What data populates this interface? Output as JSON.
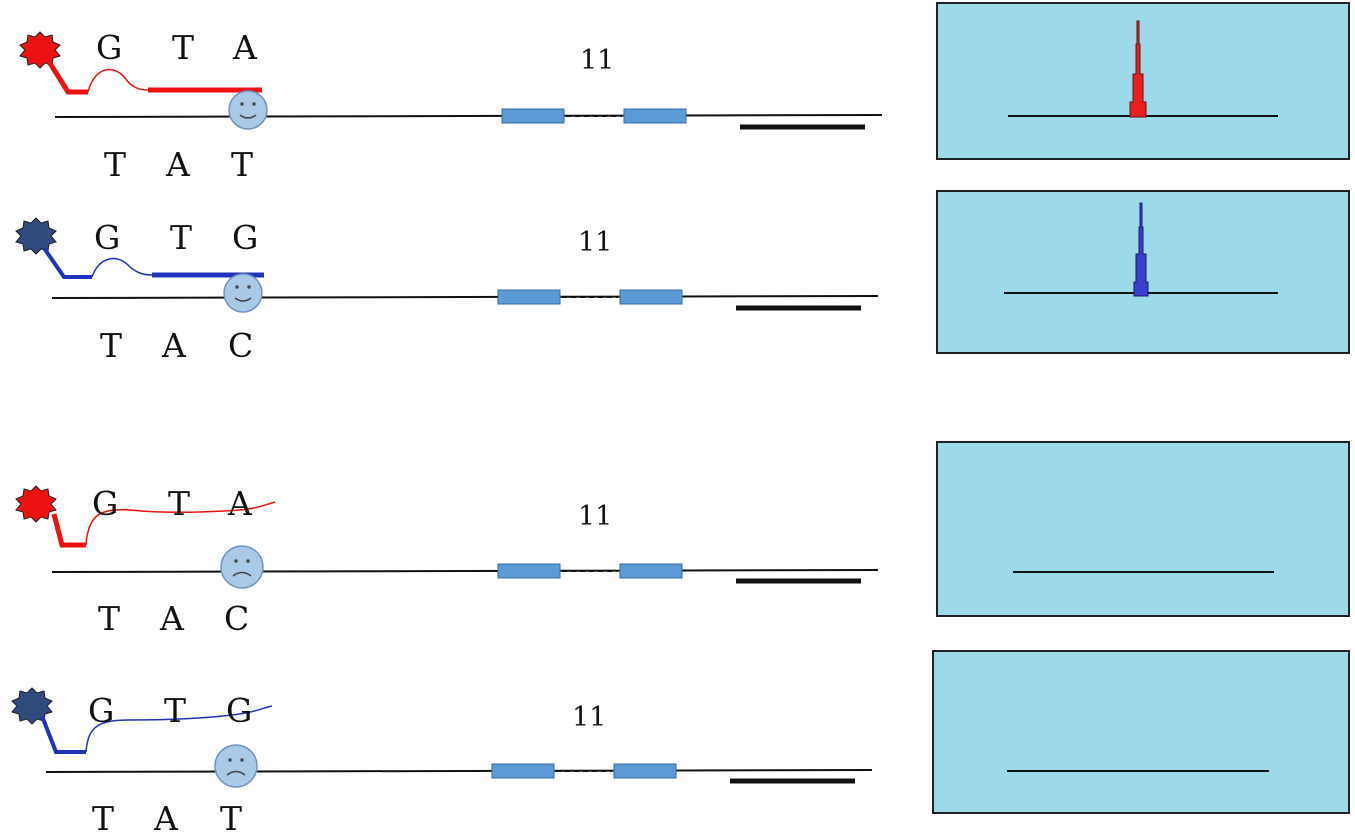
{
  "colors": {
    "red": "#ee1111",
    "blue": "#2233bb",
    "navy": "#2f4a7c",
    "exon": "#5b9bd5",
    "box_fill": "#9cdaea",
    "peak_red": "#e8201f",
    "peak_blue": "#3a3fd0"
  },
  "rows": [
    {
      "primer_letters": [
        "G",
        "T",
        "A"
      ],
      "template_letters": [
        "T",
        "A",
        "T"
      ],
      "count": "11",
      "color": "red",
      "match": true,
      "face": "smiley-happy-icon"
    },
    {
      "primer_letters": [
        "G",
        "T",
        "G"
      ],
      "template_letters": [
        "T",
        "A",
        "C"
      ],
      "count": "11",
      "color": "blue",
      "match": true,
      "face": "smiley-happy-icon"
    },
    {
      "primer_letters": [
        "G",
        "T",
        "A"
      ],
      "template_letters": [
        "T",
        "A",
        "C"
      ],
      "count": "11",
      "color": "red",
      "match": false,
      "face": "smiley-sad-icon"
    },
    {
      "primer_letters": [
        "G",
        "T",
        "G"
      ],
      "template_letters": [
        "T",
        "A",
        "T"
      ],
      "count": "11",
      "color": "blue",
      "match": false,
      "face": "smiley-sad-icon"
    }
  ]
}
